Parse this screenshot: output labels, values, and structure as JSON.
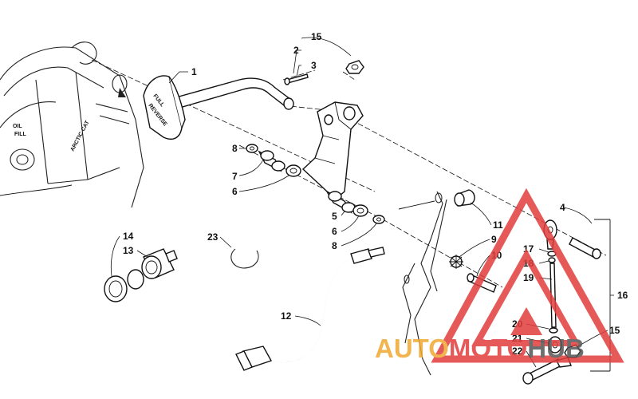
{
  "diagram": {
    "decal_text": [
      "FULL",
      "REVERSE"
    ],
    "engine_labels": {
      "oil_fill": [
        "OIL",
        "FILL"
      ],
      "brand": "ARCTIC CAT"
    },
    "callouts": [
      {
        "id": "c1",
        "text": "1"
      },
      {
        "id": "c2",
        "text": "2"
      },
      {
        "id": "c3",
        "text": "3"
      },
      {
        "id": "c4",
        "text": "4"
      },
      {
        "id": "c5",
        "text": "5"
      },
      {
        "id": "c6a",
        "text": "6"
      },
      {
        "id": "c6b",
        "text": "6"
      },
      {
        "id": "c7",
        "text": "7"
      },
      {
        "id": "c8a",
        "text": "8"
      },
      {
        "id": "c8b",
        "text": "8"
      },
      {
        "id": "c9",
        "text": "9"
      },
      {
        "id": "c10",
        "text": "10"
      },
      {
        "id": "c11",
        "text": "11"
      },
      {
        "id": "c12",
        "text": "12"
      },
      {
        "id": "c13",
        "text": "13"
      },
      {
        "id": "c14",
        "text": "14"
      },
      {
        "id": "c15a",
        "text": "15"
      },
      {
        "id": "c15b",
        "text": "15"
      },
      {
        "id": "c16",
        "text": "16"
      },
      {
        "id": "c17",
        "text": "17"
      },
      {
        "id": "c18",
        "text": "18"
      },
      {
        "id": "c19",
        "text": "19"
      },
      {
        "id": "c20",
        "text": "20"
      },
      {
        "id": "c21",
        "text": "21"
      },
      {
        "id": "c22",
        "text": "22"
      },
      {
        "id": "c23",
        "text": "23"
      }
    ]
  },
  "watermark": {
    "part1": "AUTO",
    "part2": "MOTO",
    "part3": "HUB",
    "colors": {
      "orange": "#f0a830",
      "red": "#e23d3d",
      "gray": "#555555"
    }
  }
}
